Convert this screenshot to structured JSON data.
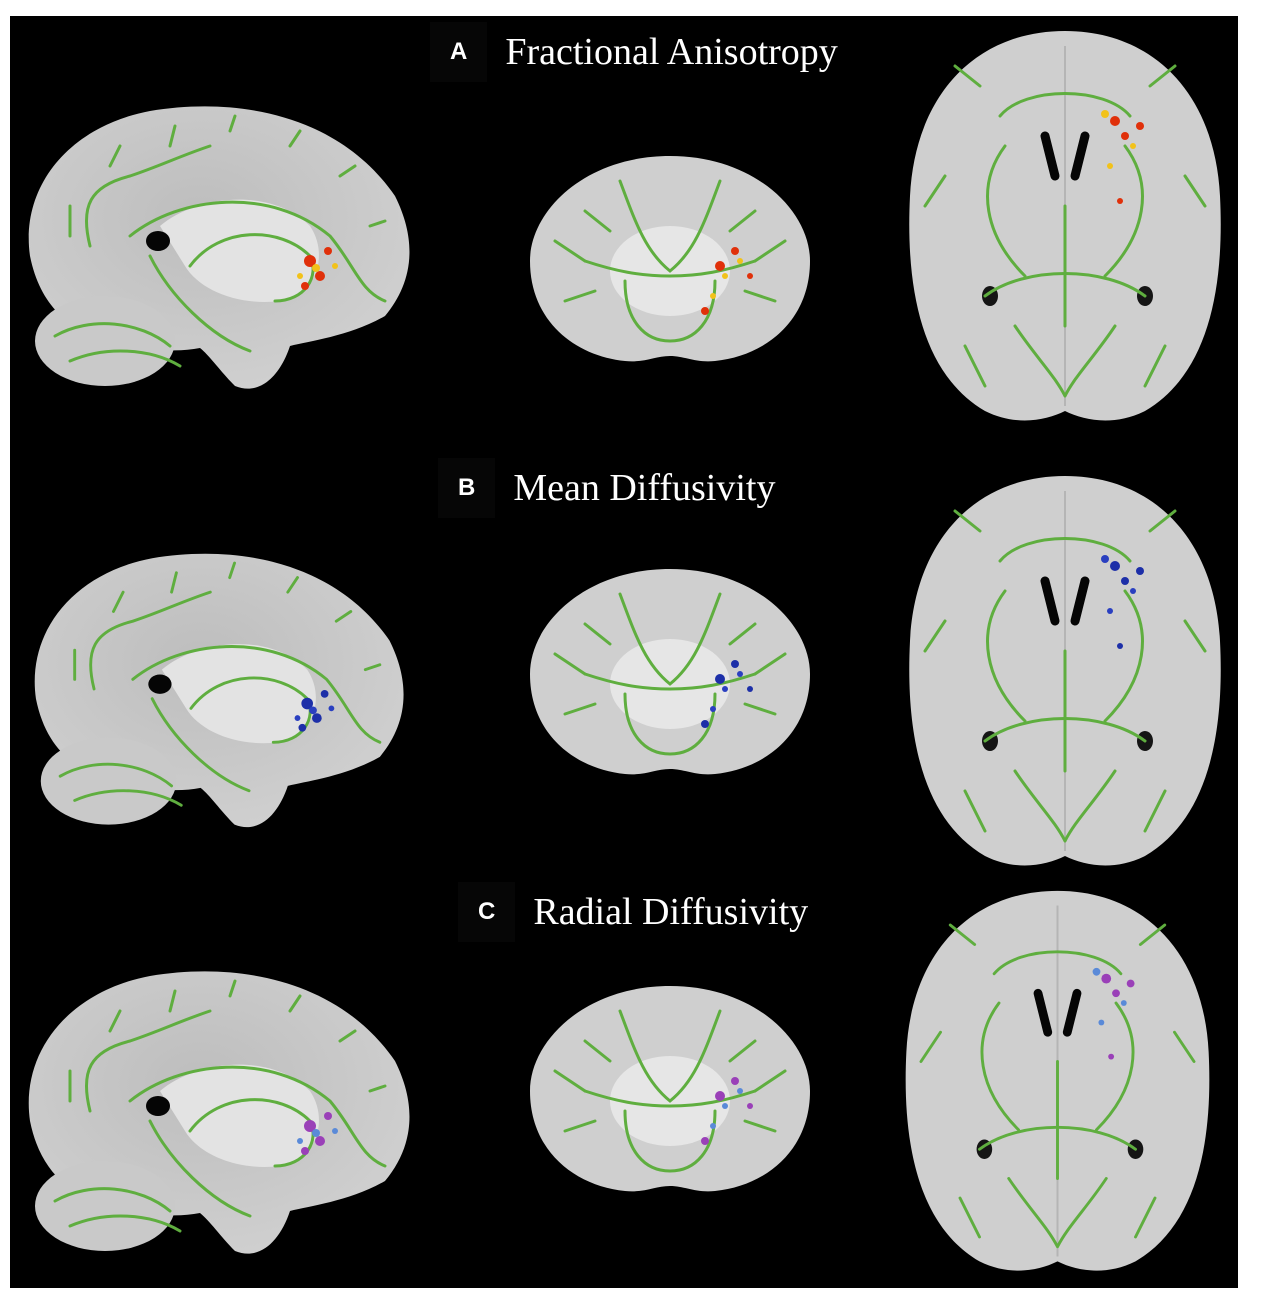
{
  "panels": [
    {
      "letter": "A",
      "title": "Fractional Anisotropy",
      "highlight": [
        "#e0300a",
        "#f2c21a"
      ]
    },
    {
      "letter": "B",
      "title": "Mean Diffusivity",
      "highlight": [
        "#1d2fa8",
        "#2a3fc0"
      ]
    },
    {
      "letter": "C",
      "title": "Radial Diffusivity",
      "highlight": [
        "#9a40b8",
        "#5a8ad8"
      ]
    }
  ],
  "colors": {
    "background": "#000000",
    "skeleton": "#5fae3f",
    "brain": "#cfcfcf"
  }
}
